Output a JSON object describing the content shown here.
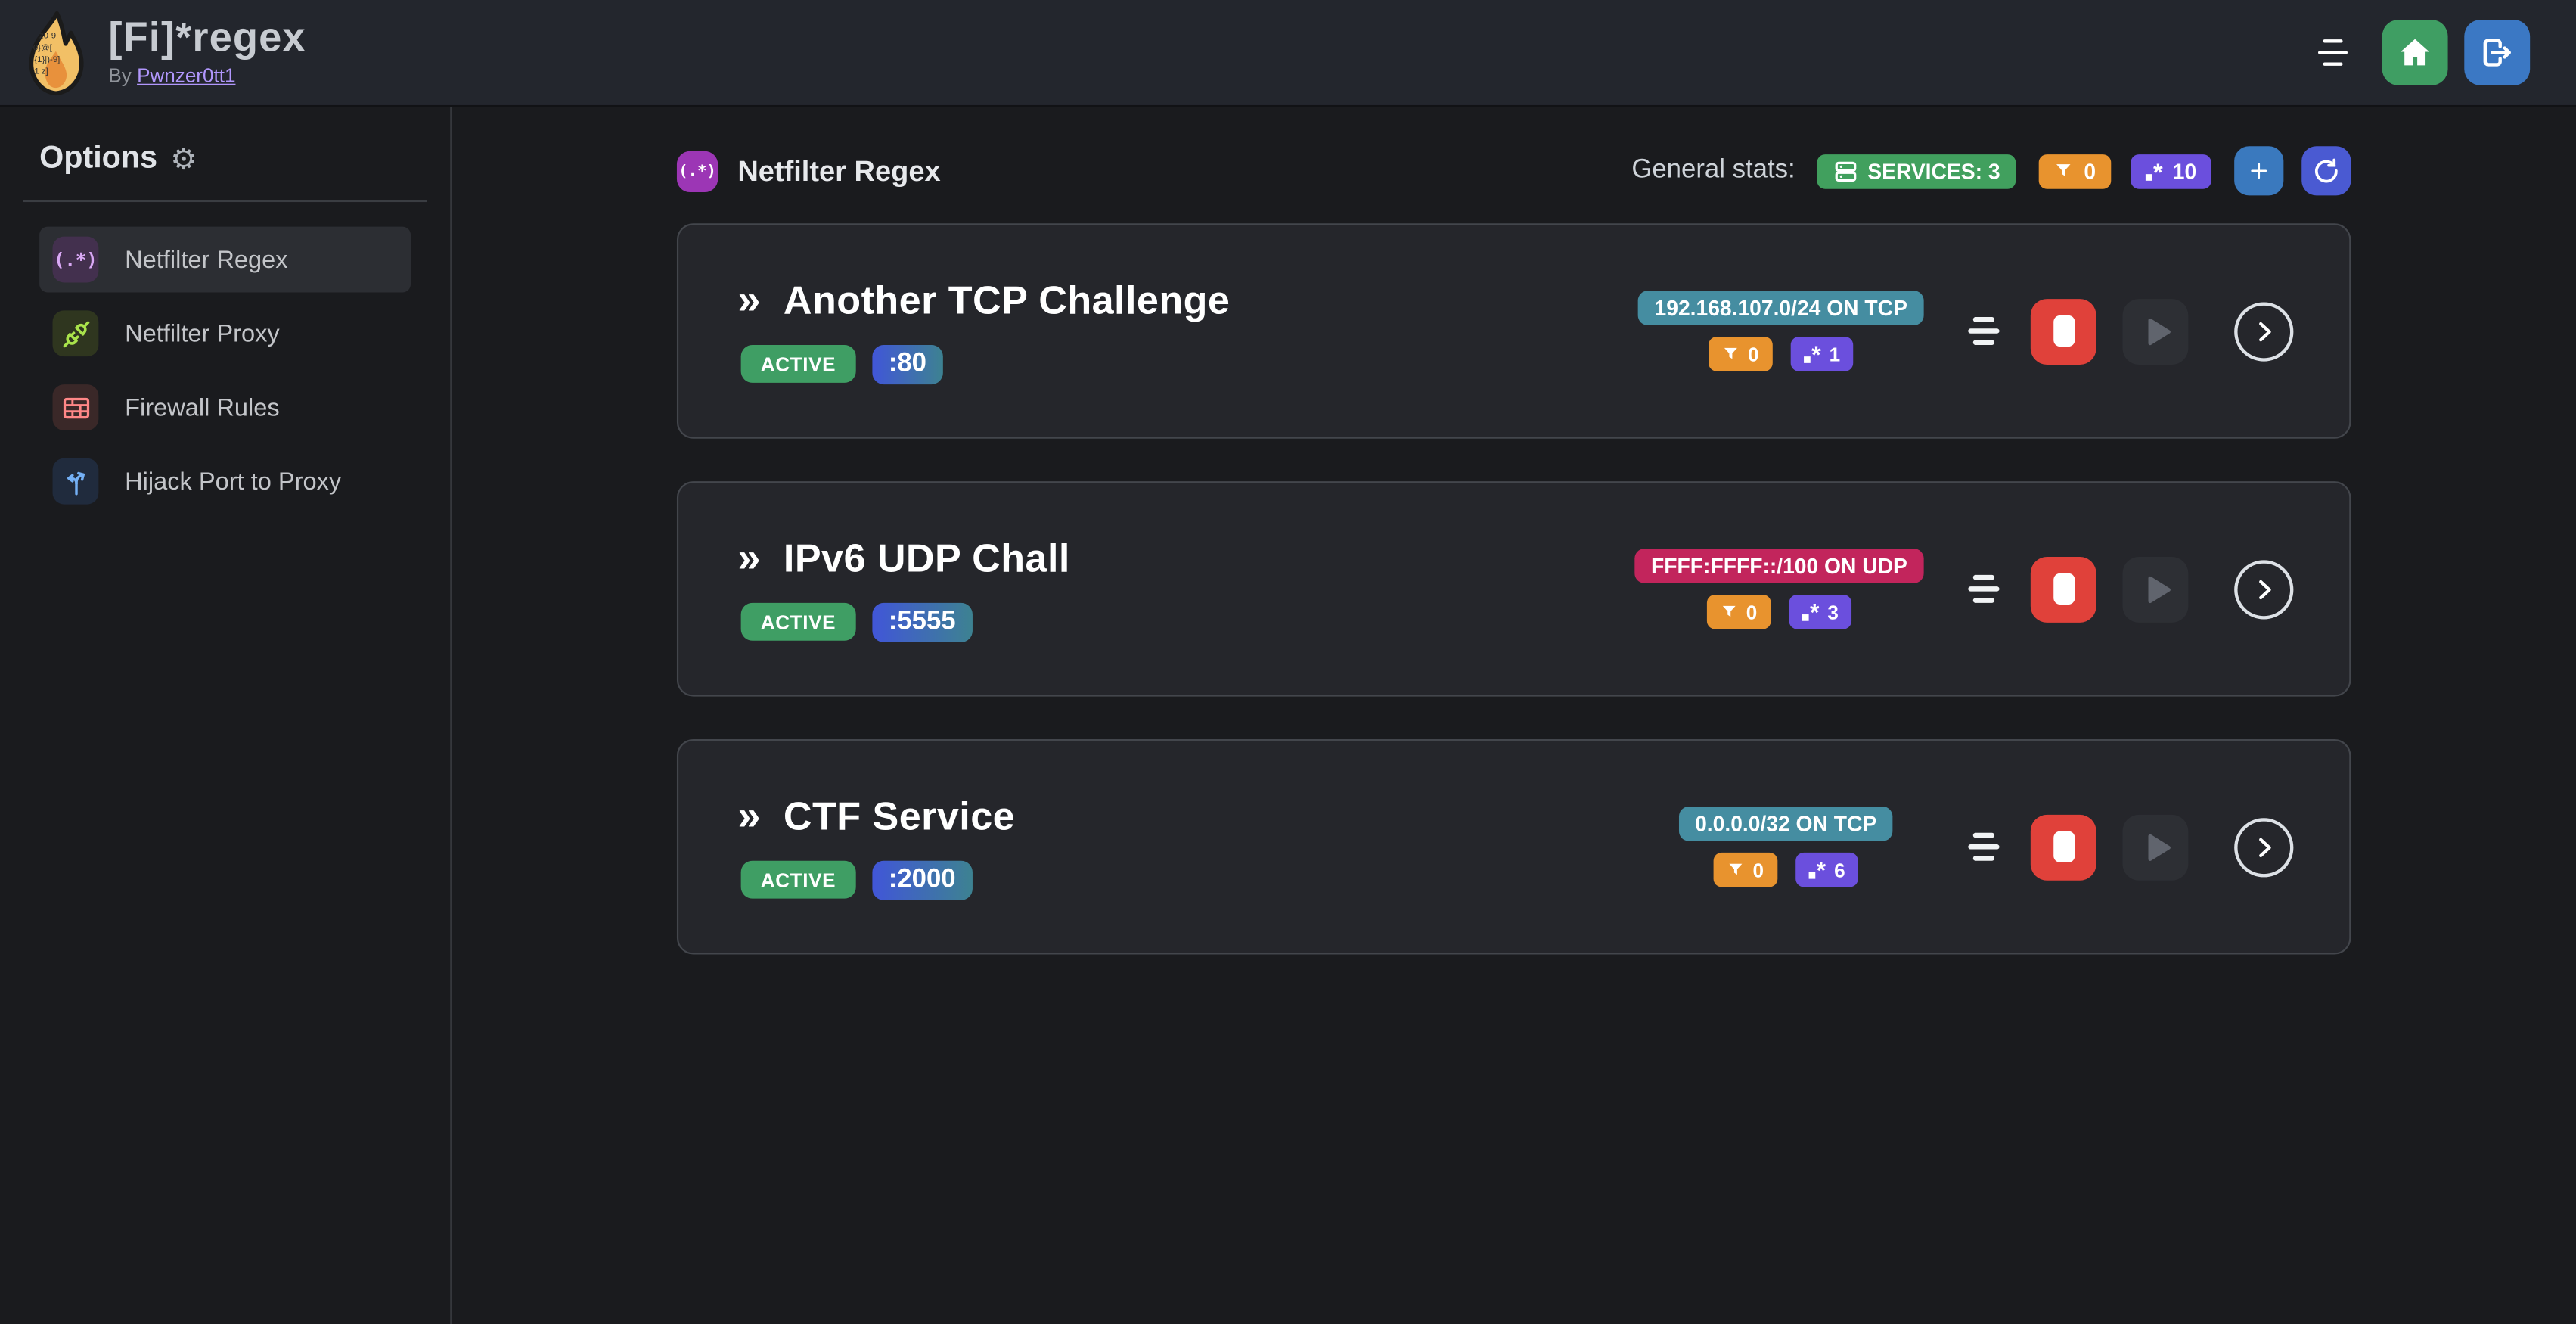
{
  "navbar": {
    "title": "[Fi]*regex",
    "byline_prefix": "By",
    "author": "Pwnzer0tt1",
    "icons": [
      "flame-logo",
      "menu-icon",
      "home-icon",
      "logout-icon"
    ]
  },
  "sidebar": {
    "heading": "Options",
    "heading_icon": "gear-icon",
    "gear_glyph": "⚙",
    "items": [
      {
        "label": "Netfilter Regex",
        "icon": "regex-icon",
        "glyph": "(.*)",
        "active": true
      },
      {
        "label": "Netfilter Proxy",
        "icon": "proxy-icon",
        "active": false
      },
      {
        "label": "Firewall Rules",
        "icon": "firewall-icon",
        "active": false
      },
      {
        "label": "Hijack Port to Proxy",
        "icon": "hijack-icon",
        "active": false
      }
    ]
  },
  "main": {
    "section_title": "Netfilter Regex",
    "section_icon_glyph": "(.*)",
    "stats_label": "General stats:",
    "stats": {
      "services_badge": "SERVICES: 3",
      "filtered_packets": "0",
      "regexes_total": "10"
    },
    "add_button_icon": "plus-icon",
    "refresh_button_icon": "refresh-icon"
  },
  "services": [
    {
      "title": "Another TCP Challenge",
      "status": "ACTIVE",
      "port": ":80",
      "address": "192.168.107.0/24 ON TCP",
      "address_color": "#458da1",
      "filtered_packets": "0",
      "regex_count": "1"
    },
    {
      "title": "IPv6 UDP Chall",
      "status": "ACTIVE",
      "port": ":5555",
      "address": "FFFF:FFFF::/100 ON UDP",
      "address_color": "#c2255c",
      "filtered_packets": "0",
      "regex_count": "3"
    },
    {
      "title": "CTF Service",
      "status": "ACTIVE",
      "port": ":2000",
      "address": "0.0.0.0/32 ON TCP",
      "address_color": "#458da1",
      "filtered_packets": "0",
      "regex_count": "6"
    }
  ],
  "colors": {
    "page_bg": "#1a1b1e",
    "navbar_bg": "#23262d",
    "card_bg": "#25262b",
    "card_border": "#43464c",
    "green": "#3f9e64",
    "orange": "#e8932e",
    "violet": "#6b4fdd",
    "teal": "#458da1",
    "pink": "#c2255c",
    "red": "#e0413a",
    "blue": "#3b78c4",
    "indigo": "#4a5ad2",
    "purple": "#9c36b5",
    "link": "#b197fc"
  }
}
